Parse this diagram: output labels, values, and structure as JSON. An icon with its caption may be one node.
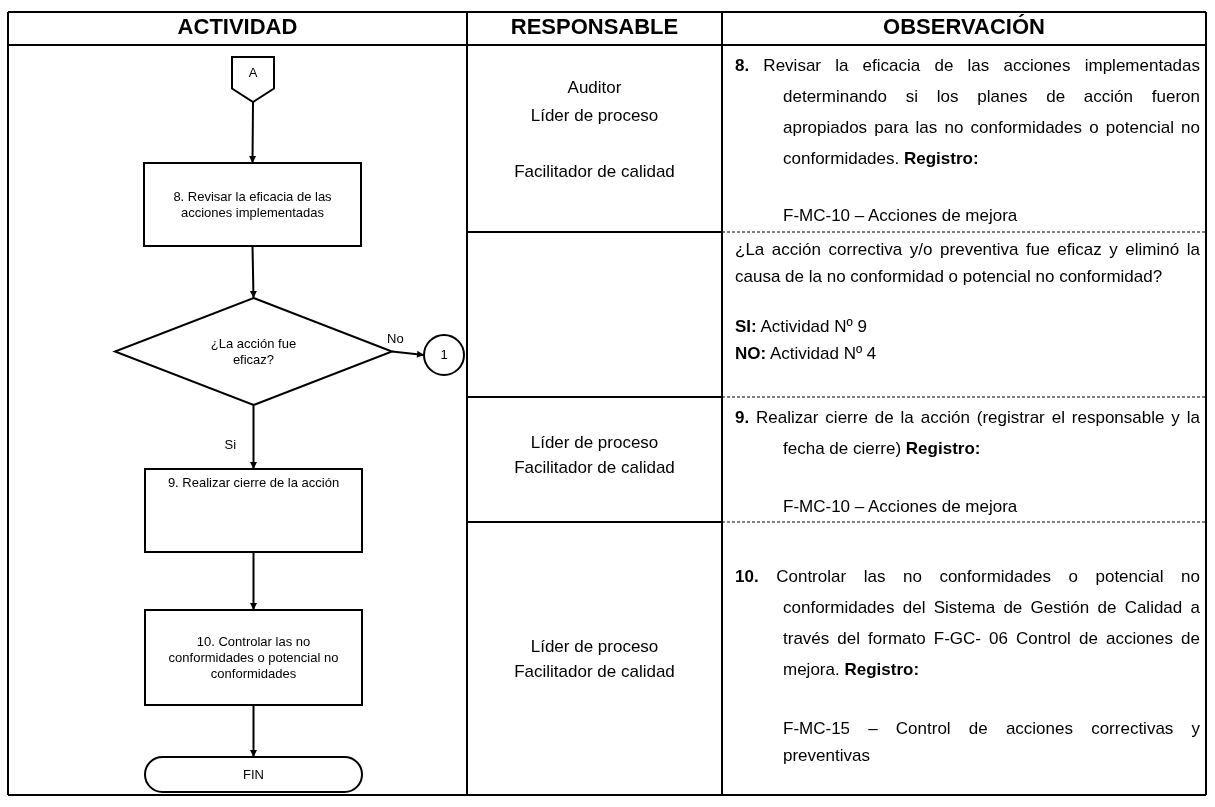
{
  "diagram": {
    "nodes": [
      {
        "text": [
          "A"
        ]
      },
      {
        "text": [
          "8. Revisar la eficacia de las acciones implementadas"
        ]
      },
      {
        "text": [
          "¿La acción fue eficaz?"
        ]
      },
      {
        "text": [
          "1"
        ]
      },
      {
        "text": [
          "9. Realizar cierre de la acción"
        ]
      },
      {
        "text": [
          "10. Controlar las no conformidades o potencial no conformidades"
        ]
      },
      {
        "text": [
          "FIN"
        ]
      }
    ],
    "edges": [
      {
        "from": 0,
        "to": 1,
        "arrow": "to"
      },
      {
        "from": 1,
        "to": 2,
        "arrow": "to"
      },
      {
        "from": 2,
        "to": 3,
        "arrow": "to",
        "label": "No"
      },
      {
        "from": 2,
        "to": 4,
        "arrow": "to",
        "label": "Si"
      },
      {
        "from": 4,
        "to": 5,
        "arrow": "to"
      },
      {
        "from": 5,
        "to": 6,
        "arrow": "to"
      }
    ],
    "labels": [
      "ACTIVIDAD",
      "RESPONSABLE",
      "OBSERVACIÓN",
      "Auditor",
      "Líder de proceso",
      "Facilitador de calidad",
      "**8.** Revisar la eficacia de las acciones implementadas determinando si los planes de acción fueron apropiados para las no conformidades o potencial no conformidades. **Registro:**",
      "F-MC-10 – Acciones de mejora",
      "¿La acción correctiva y/o preventiva fue eficaz y eliminó la causa de la no conformidad o potencial no conformidad?",
      "**SI:** Actividad Nº 9",
      "**NO:** Actividad Nº 4",
      "Líder de proceso",
      "Facilitador de calidad",
      "**9.** Realizar cierre de la acción (registrar el responsable y la fecha de cierre) **Registro:**",
      "F-MC-10 – Acciones de mejora",
      "Líder de proceso",
      "Facilitador de calidad",
      "**10.** Controlar las no conformidades o potencial no conformidades del Sistema de Gestión de Calidad a través del formato F-GC- 06 Control de acciones de mejora. **Registro:**",
      "F-MC-15 – Control de acciones correctivas y preventivas"
    ]
  }
}
